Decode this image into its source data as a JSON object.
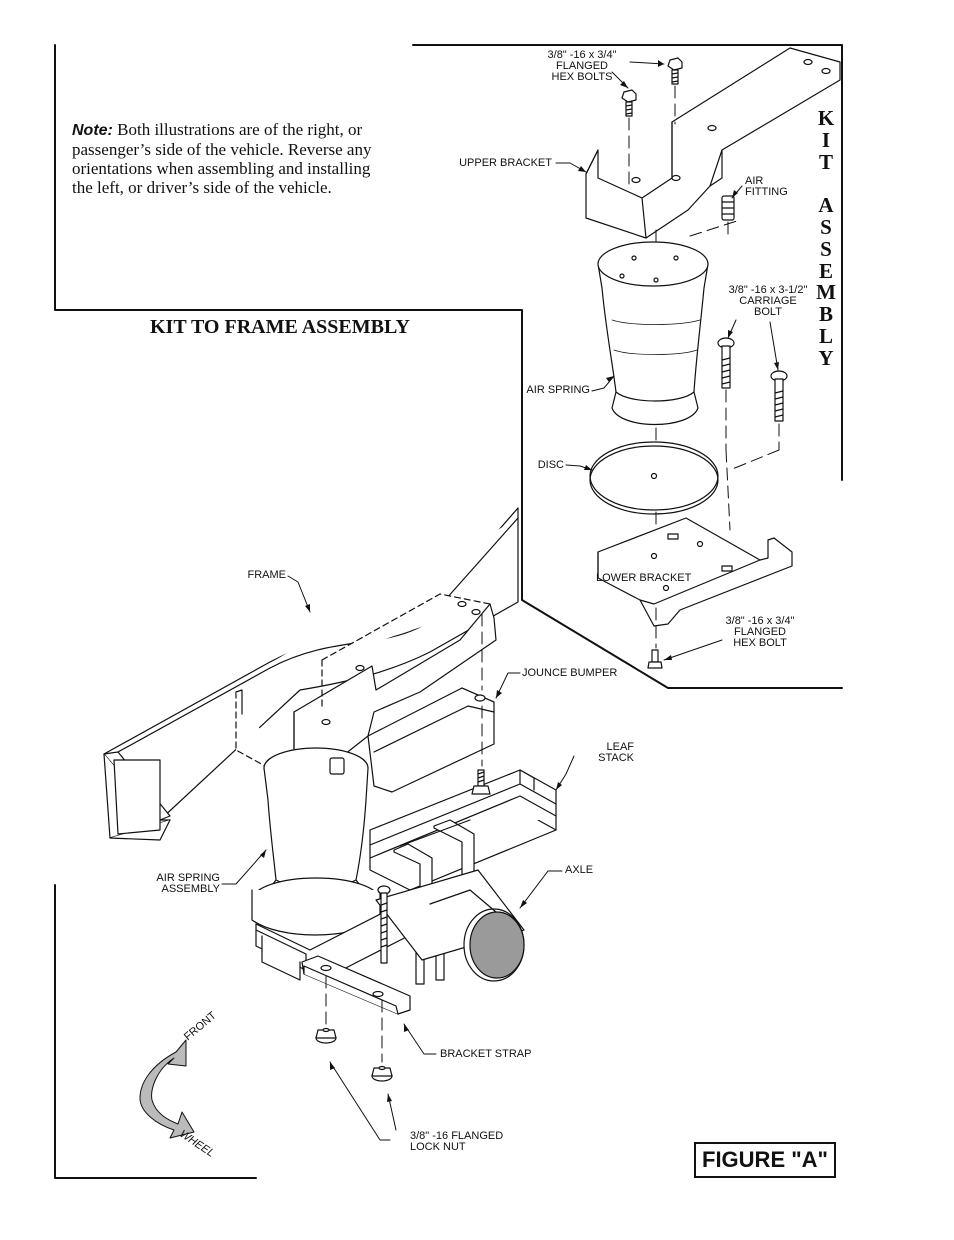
{
  "note": {
    "heading": "Note:",
    "text": "Both illustrations are of the right, or passenger’s side of the vehicle. Reverse any orientations when assembling and installing the left, or driver’s side of the vehicle."
  },
  "kit_assembly_title": "KIT ASSEMBLY",
  "frame_assembly_title": "KIT TO FRAME ASSEMBLY",
  "figure_label": "FIGURE \"A\"",
  "labels": {
    "flanged_hex_bolts": "3/8\" -16 x 3/4\"\nFLANGED\nHEX BOLTS",
    "upper_bracket": "UPPER BRACKET",
    "air_fitting": "AIR\nFITTING",
    "carriage_bolt": "3/8\" -16 x 3-1/2\"\nCARRIAGE\nBOLT",
    "air_spring": "AIR SPRING",
    "disc": "DISC",
    "lower_bracket": "LOWER BRACKET",
    "flanged_hex_bolt": "3/8\" -16 x 3/4\"\nFLANGED\nHEX BOLT",
    "frame": "FRAME",
    "jounce_bumper": "JOUNCE BUMPER",
    "leaf_stack": "LEAF\nSTACK",
    "axle": "AXLE",
    "air_spring_assembly": "AIR SPRING\nASSEMBLY",
    "bracket_strap": "BRACKET STRAP",
    "lock_nut": "3/8\" -16 FLANGED\nLOCK NUT",
    "front": "FRONT",
    "wheel": "WHEEL"
  }
}
